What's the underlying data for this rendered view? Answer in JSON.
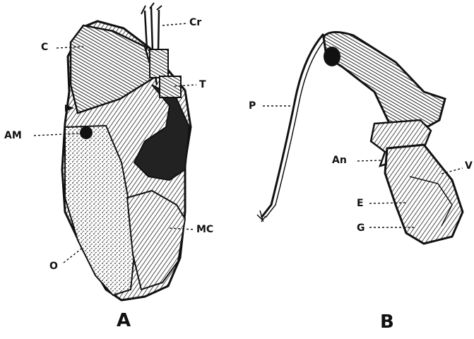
{
  "figure": {
    "panels": [
      {
        "letter": "A",
        "labels": {
          "c": "C",
          "cr": "Cr",
          "t": "T",
          "am": "AM",
          "mc": "MC",
          "o": "O"
        }
      },
      {
        "letter": "B",
        "labels": {
          "p": "P",
          "an": "An",
          "v": "V",
          "e": "E",
          "g": "G"
        }
      }
    ]
  },
  "colors": {
    "ink": "#111111",
    "paper": "#ffffff",
    "shade": "#6b6b6b"
  }
}
